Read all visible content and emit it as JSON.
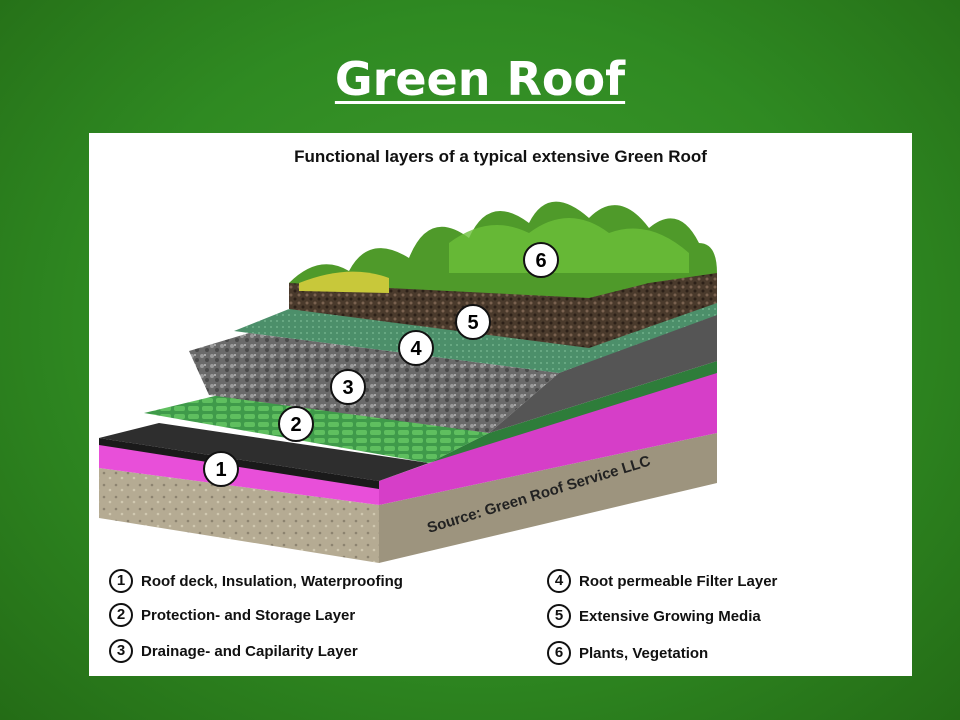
{
  "slide": {
    "title": "Green Roof"
  },
  "diagram": {
    "title": "Functional layers of a typical extensive Green Roof",
    "source": "Source: Green Roof Service LLC",
    "legend": [
      {
        "num": "1",
        "label": "Roof deck, Insulation, Waterproofing"
      },
      {
        "num": "2",
        "label": "Protection- and Storage Layer"
      },
      {
        "num": "3",
        "label": "Drainage- and Capilarity Layer"
      },
      {
        "num": "4",
        "label": "Root permeable Filter Layer"
      },
      {
        "num": "5",
        "label": "Extensive Growing Media"
      },
      {
        "num": "6",
        "label": "Plants, Vegetation"
      }
    ],
    "callouts": [
      "1",
      "2",
      "3",
      "4",
      "5",
      "6"
    ]
  },
  "colors": {
    "background": "#2f8a22",
    "deck": "#b5ab93",
    "waterproofing": "#e84fd9",
    "membrane": "#2e2e2e",
    "storage": "#3f9a4a",
    "drainage": "#6d6d6d",
    "filter": "#4c8f6a",
    "growing_media": "#4a3a2c",
    "plants": "#4f9a2a"
  }
}
